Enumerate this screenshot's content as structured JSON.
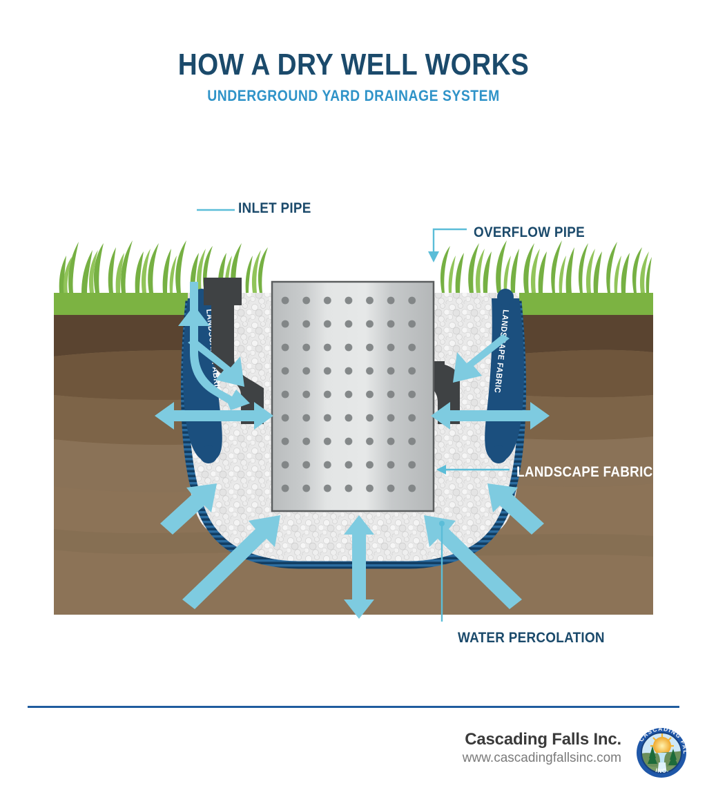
{
  "header": {
    "title": "HOW A DRY WELL WORKS",
    "subtitle": "UNDERGROUND YARD DRAINAGE SYSTEM"
  },
  "callouts": {
    "inlet_pipe": "INLET PIPE",
    "overflow_pipe": "OVERFLOW PIPE",
    "landscape_fabric": "LANDSCAPE FABRIC",
    "water_percolation": "WATER PERCOLATION"
  },
  "diagram": {
    "fabric_strip_left_text": "LANDSCAPE FABRIC",
    "fabric_strip_right_text": "LANDSCAPE FABRIC",
    "components": [
      "inlet-pipe",
      "overflow-pipe",
      "perforated-dry-well-tank",
      "gravel-backfill",
      "landscape-fabric-liner",
      "grass-turf-layer",
      "soil-strata",
      "water-flow-arrows"
    ]
  },
  "footer": {
    "company": "Cascading Falls Inc.",
    "website": "www.cascadingfallsinc.com",
    "logo_text": "CASCADING FALLS INC."
  },
  "colors": {
    "title_navy": "#1b4a6b",
    "subtitle_blue": "#2f93c8",
    "water_blue": "#7ecbe0",
    "fabric_navy": "#1b4f7e",
    "pipe_gray": "#3f4244",
    "grass_green": "#7cb342",
    "gravel_gray": "#e6e6e6",
    "soil_dark": "#57412e",
    "soil_mid": "#7d6448",
    "soil_light": "#8c7357",
    "rule_blue": "#1f5c9e"
  }
}
